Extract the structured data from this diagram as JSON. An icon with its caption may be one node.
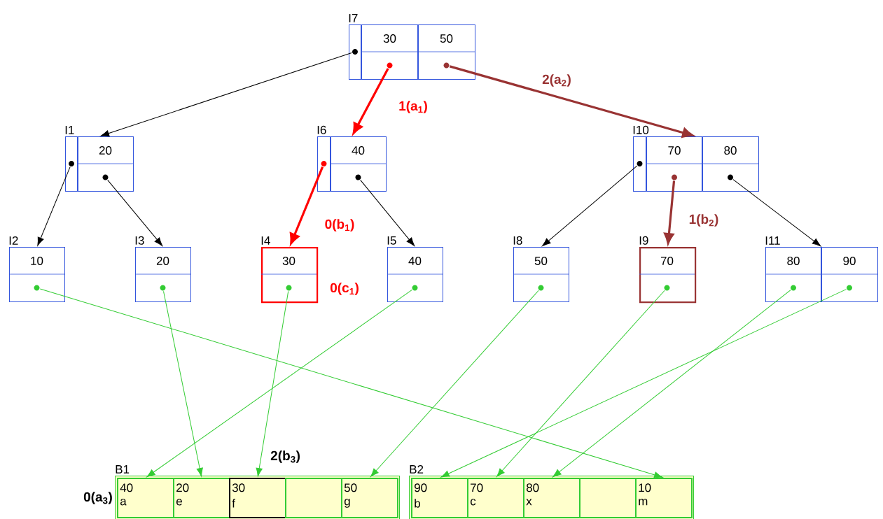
{
  "diagram": {
    "nodes": [
      {
        "text": [
          "30",
          "50"
        ],
        "beside": [
          "I7"
        ]
      },
      {
        "text": [
          "20"
        ],
        "beside": [
          "I1"
        ]
      },
      {
        "text": [
          "40"
        ],
        "beside": [
          "I6"
        ]
      },
      {
        "text": [
          "70",
          "80"
        ],
        "beside": [
          "I10"
        ]
      },
      {
        "text": [
          "10"
        ],
        "beside": [
          "I2"
        ]
      },
      {
        "text": [
          "20"
        ],
        "beside": [
          "I3"
        ]
      },
      {
        "text": [
          "30"
        ],
        "beside": [
          "I4"
        ]
      },
      {
        "text": [
          "40"
        ],
        "beside": [
          "I5"
        ]
      },
      {
        "text": [
          "50"
        ],
        "beside": [
          "I8"
        ]
      },
      {
        "text": [
          "70"
        ],
        "beside": [
          "I9"
        ]
      },
      {
        "text": [
          "80",
          "90"
        ],
        "beside": [
          "I11"
        ]
      },
      {
        "text": [],
        "shape": "box",
        "beside": [
          "B1"
        ]
      },
      {
        "text": [
          "40",
          "a"
        ],
        "in": 11
      },
      {
        "text": [
          "20",
          "e"
        ],
        "in": 11
      },
      {
        "text": [
          "30",
          "f"
        ],
        "in": 11
      },
      {
        "text": [],
        "shape": "box",
        "in": 11
      },
      {
        "text": [
          "50",
          "g"
        ],
        "in": 11
      },
      {
        "text": [],
        "shape": "box",
        "beside": [
          "B2"
        ]
      },
      {
        "text": [
          "90",
          "b"
        ],
        "in": 17
      },
      {
        "text": [
          "70",
          "c"
        ],
        "in": 17
      },
      {
        "text": [
          "80",
          "x"
        ],
        "in": 17
      },
      {
        "text": [],
        "shape": "box",
        "in": 17
      },
      {
        "text": [
          "10",
          "m"
        ],
        "in": 17
      }
    ],
    "edges": [
      {
        "from": 0,
        "to": 1,
        "arrow": "to",
        "color": "#000000"
      },
      {
        "from": 0,
        "to": 2,
        "arrow": "to",
        "label": "1(a$_{1}$)",
        "style": "thick",
        "color": "#ff0000"
      },
      {
        "from": 0,
        "to": 3,
        "arrow": "to",
        "label": "2(a$_{2}$)",
        "style": "thick",
        "color": "#993333"
      },
      {
        "from": 1,
        "to": 4,
        "arrow": "to",
        "color": "#000000"
      },
      {
        "from": 1,
        "to": 5,
        "arrow": "to",
        "color": "#000000"
      },
      {
        "from": 2,
        "to": 6,
        "arrow": "to",
        "label": "0(b$_{1}$)",
        "style": "thick",
        "color": "#ff0000"
      },
      {
        "from": 2,
        "to": 7,
        "arrow": "to",
        "color": "#000000"
      },
      {
        "from": 3,
        "to": 8,
        "arrow": "to",
        "color": "#000000"
      },
      {
        "from": 3,
        "to": 9,
        "arrow": "to",
        "label": "1(b$_{2}$)",
        "style": "thick",
        "color": "#993333"
      },
      {
        "from": 3,
        "to": 10,
        "arrow": "to",
        "color": "#000000"
      },
      {
        "from": 4,
        "to": 22,
        "arrow": "to"
      },
      {
        "from": 5,
        "to": 13,
        "arrow": "to"
      },
      {
        "from": 6,
        "to": 14,
        "arrow": "to"
      },
      {
        "from": 7,
        "to": 12,
        "arrow": "to"
      },
      {
        "from": 8,
        "to": 16,
        "arrow": "to"
      },
      {
        "from": 9,
        "to": 19,
        "arrow": "to"
      },
      {
        "from": 10,
        "to": 20,
        "arrow": "to"
      },
      {
        "from": 10,
        "to": 18,
        "arrow": "to"
      }
    ],
    "labels": [
      "0(c$_{1}$)",
      "2(b$_{3}$)",
      "0(a$_{3}$)"
    ]
  }
}
